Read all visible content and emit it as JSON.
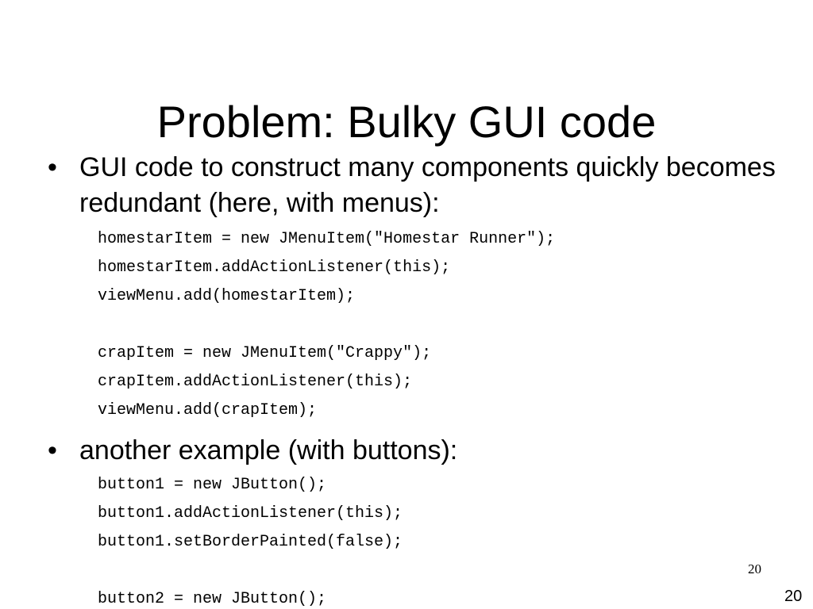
{
  "slide": {
    "title": "Problem: Bulky GUI code",
    "bullets": [
      {
        "marker": "•",
        "text": "GUI code to construct many components quickly becomes redundant (here, with menus):",
        "code": [
          "homestarItem = new JMenuItem(\"Homestar Runner\");",
          "homestarItem.addActionListener(this);",
          "viewMenu.add(homestarItem);",
          "",
          "crapItem = new JMenuItem(\"Crappy\");",
          "crapItem.addActionListener(this);",
          "viewMenu.add(crapItem);"
        ]
      },
      {
        "marker": "•",
        "text": "another example (with buttons):",
        "code": [
          "button1 = new JButton();",
          "button1.addActionListener(this);",
          "button1.setBorderPainted(false);",
          "",
          "button2 = new JButton();"
        ]
      }
    ],
    "footnote_number": "20",
    "page_number": "20"
  }
}
